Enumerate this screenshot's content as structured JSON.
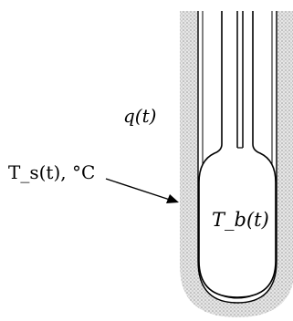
{
  "labels": {
    "heat_flow": "q(t)",
    "surface_temp": "T_s(t), °C",
    "bulb_temp": "T_b(t)"
  },
  "colors": {
    "ink": "#000000",
    "sheath": "#c8c8c8",
    "background": "#ffffff"
  }
}
